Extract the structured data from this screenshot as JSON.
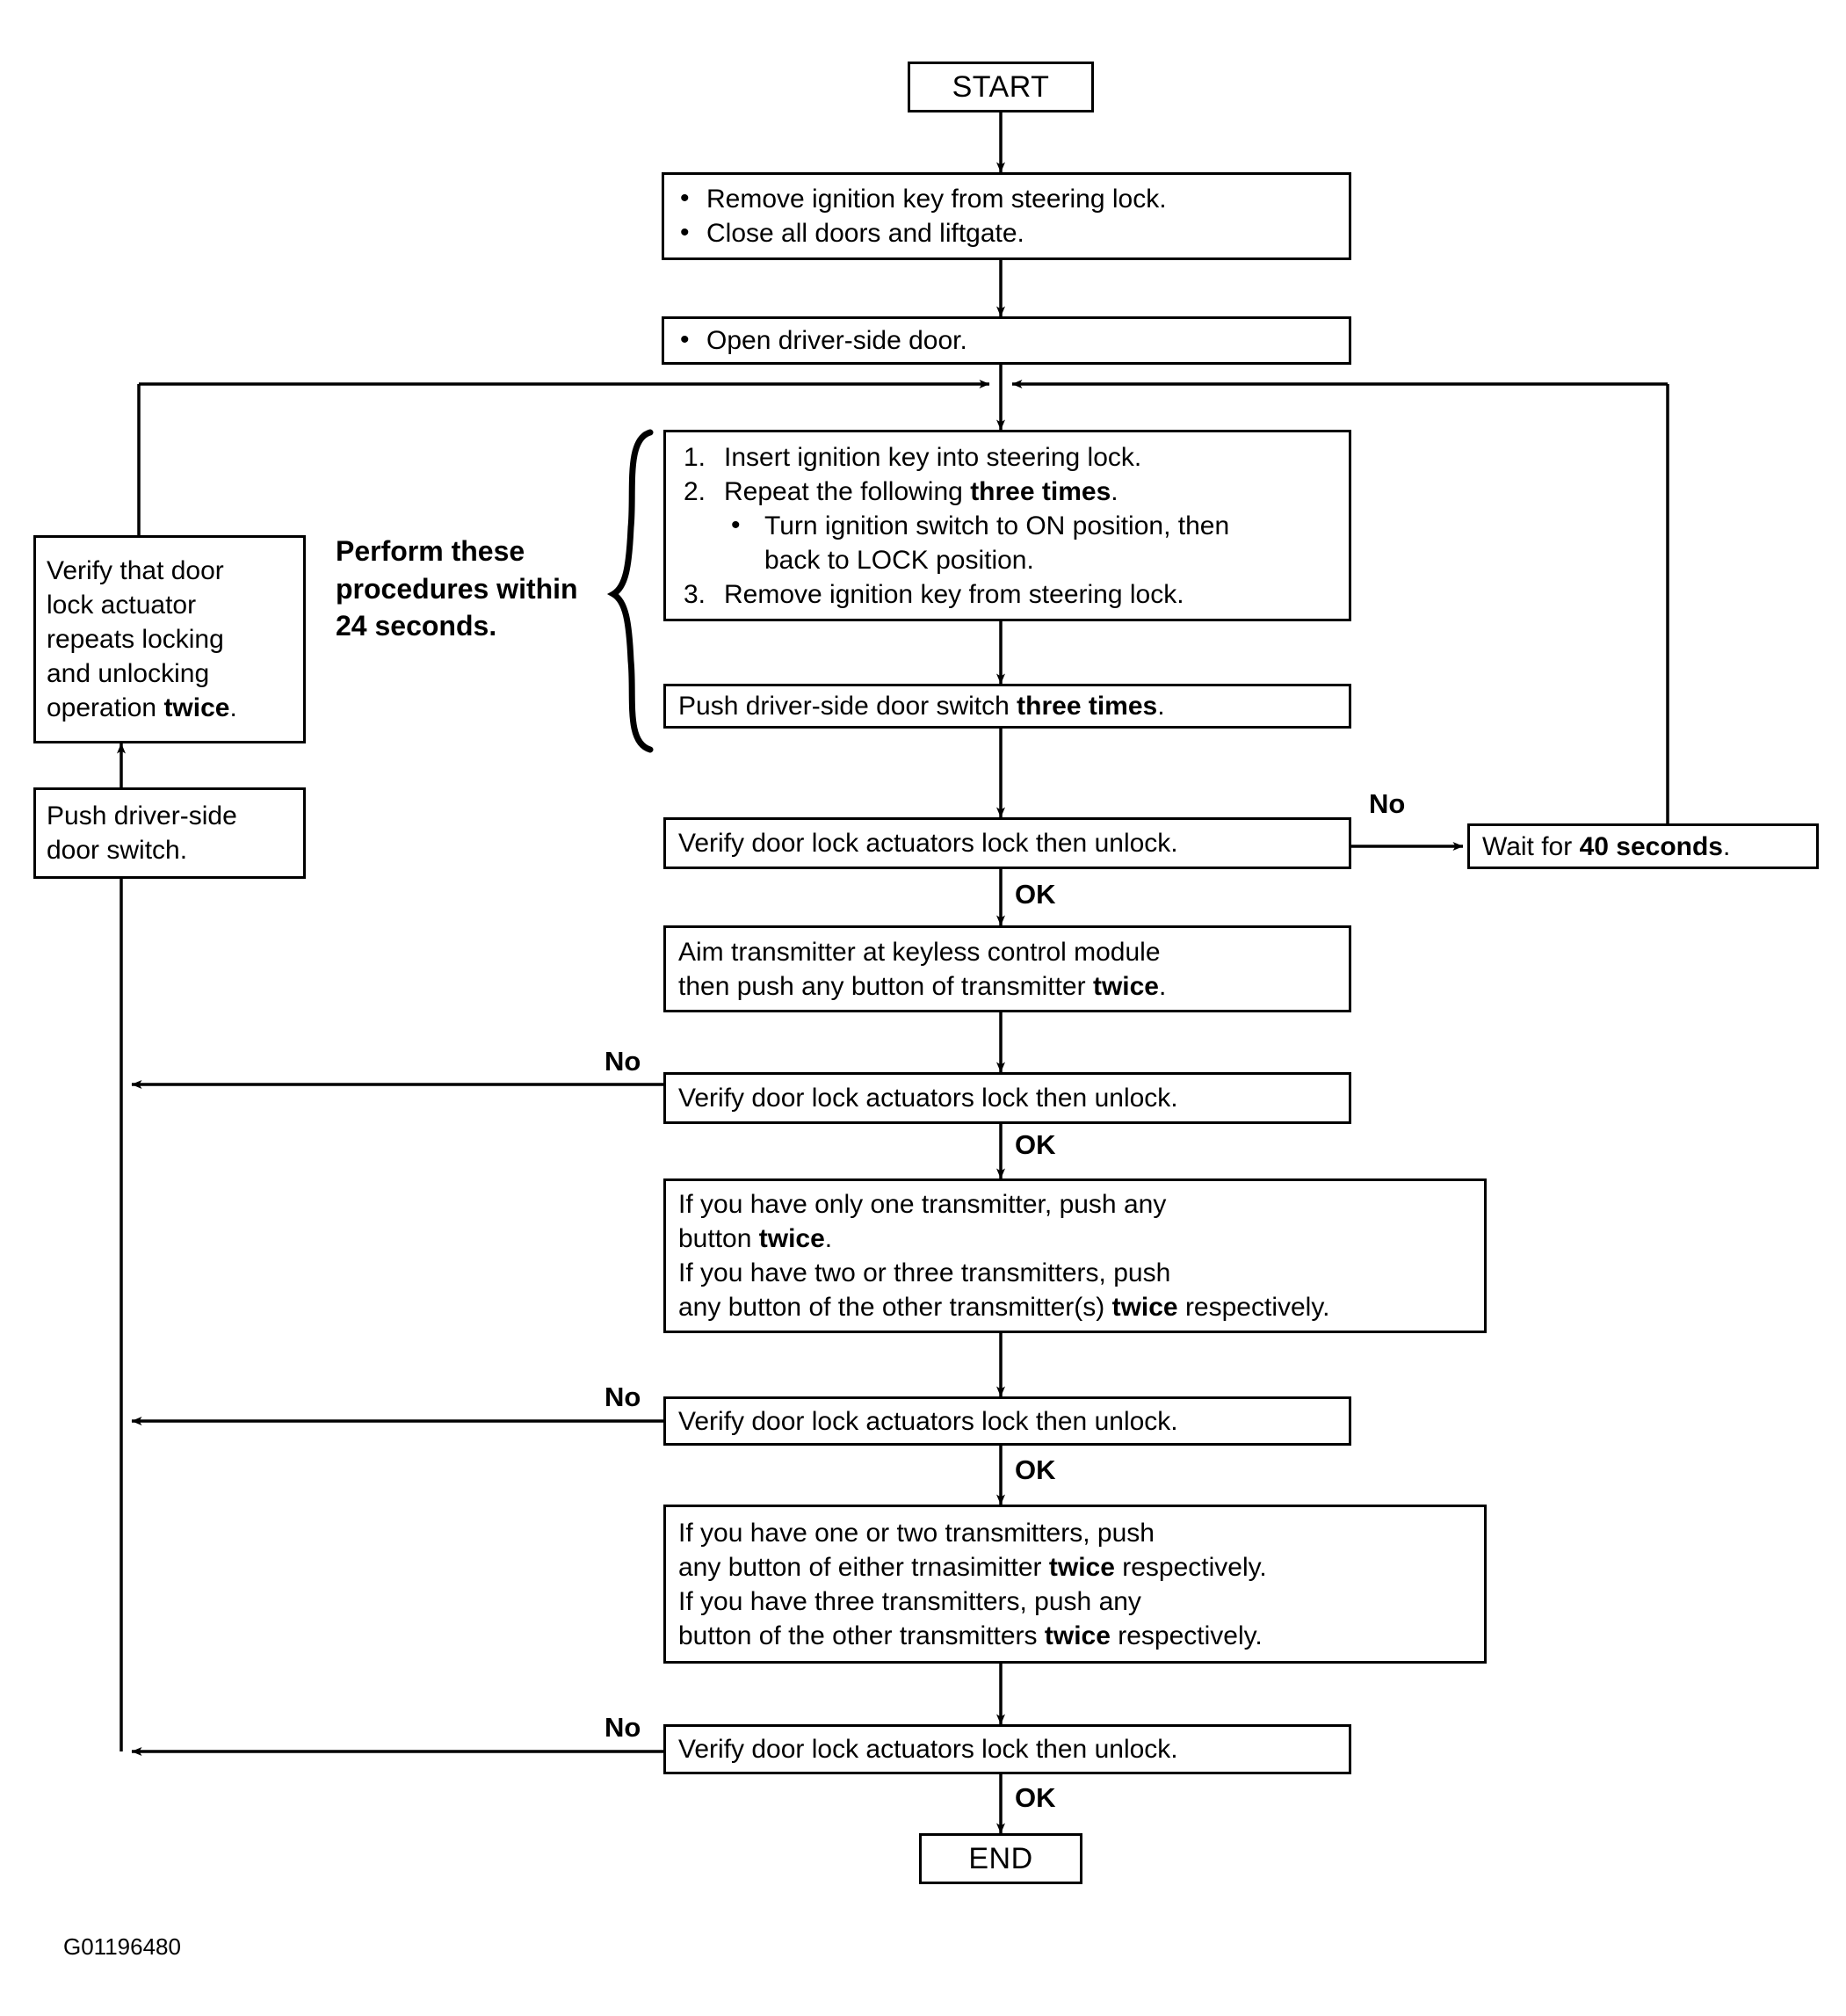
{
  "diagram": {
    "title_caption": "G01196480",
    "colors": {
      "ink": "#000000",
      "paper": "#ffffff"
    },
    "nodes": {
      "start": {
        "label": "START"
      },
      "prep": {
        "bullets": [
          "Remove ignition key from steering lock.",
          "Close all doors and liftgate."
        ]
      },
      "open_door": {
        "bullets": [
          "Open driver-side door."
        ]
      },
      "procedure": {
        "items": [
          {
            "n": "1.",
            "text": "Insert ignition key into steering lock."
          },
          {
            "n": "2.",
            "text": "Repeat the following ",
            "bold": "three times",
            "tail": "."
          },
          {
            "n": "3.",
            "text": "Remove ignition key from steering lock."
          }
        ],
        "sub_bullet_line1": "Turn ignition switch to ON position, then",
        "sub_bullet_line2": "back to LOCK position."
      },
      "push_switch_three": {
        "pre": "Push driver-side door switch ",
        "bold": "three times",
        "post": "."
      },
      "verify1": {
        "label": "Verify door lock actuators lock then unlock."
      },
      "wait40": {
        "pre": "Wait for ",
        "bold": "40 seconds",
        "post": "."
      },
      "aim": {
        "line1": "Aim transmitter at keyless control module",
        "line2_pre": "then push any button of transmitter ",
        "line2_bold": "twice",
        "line2_post": "."
      },
      "verify2": {
        "label": "Verify door lock actuators lock then unlock."
      },
      "transmitters_a": {
        "l1": "If you have only one transmitter, push any",
        "l2_pre": "button ",
        "l2_bold": "twice",
        "l2_post": ".",
        "l3": "If you have two or three transmitters, push",
        "l4_pre": "any button of the other transmitter(s) ",
        "l4_bold": "twice",
        "l4_post": " respectively."
      },
      "verify3": {
        "label": "Verify door lock actuators lock then unlock."
      },
      "transmitters_b": {
        "l1": "If you have one or two transmitters, push",
        "l2_pre": "any button of either trnasimitter ",
        "l2_bold": "twice",
        "l2_post": " respectively.",
        "l3": "If you have three transmitters, push any",
        "l4_pre": "button of the other transmitters ",
        "l4_bold": "twice",
        "l4_post": " respectively."
      },
      "verify4": {
        "label": "Verify door lock actuators lock then unlock."
      },
      "end": {
        "label": "END"
      },
      "verify_actuator_repeat": {
        "l1": "Verify that door",
        "l2": "lock actuator",
        "l3": "repeats locking",
        "l4": "and unlocking",
        "l5_pre": "operation ",
        "l5_bold": "twice",
        "l5_post": "."
      },
      "push_switch": {
        "l1": "Push driver-side",
        "l2": "door switch."
      }
    },
    "annotations": {
      "timing_note_l1": "Perform these",
      "timing_note_l2": "procedures within",
      "timing_note_l3": "24 seconds."
    },
    "edge_labels": {
      "no1": "No",
      "ok1": "OK",
      "no2": "No",
      "ok2": "OK",
      "no3": "No",
      "ok3": "OK",
      "no4": "No",
      "ok4": "OK"
    }
  }
}
